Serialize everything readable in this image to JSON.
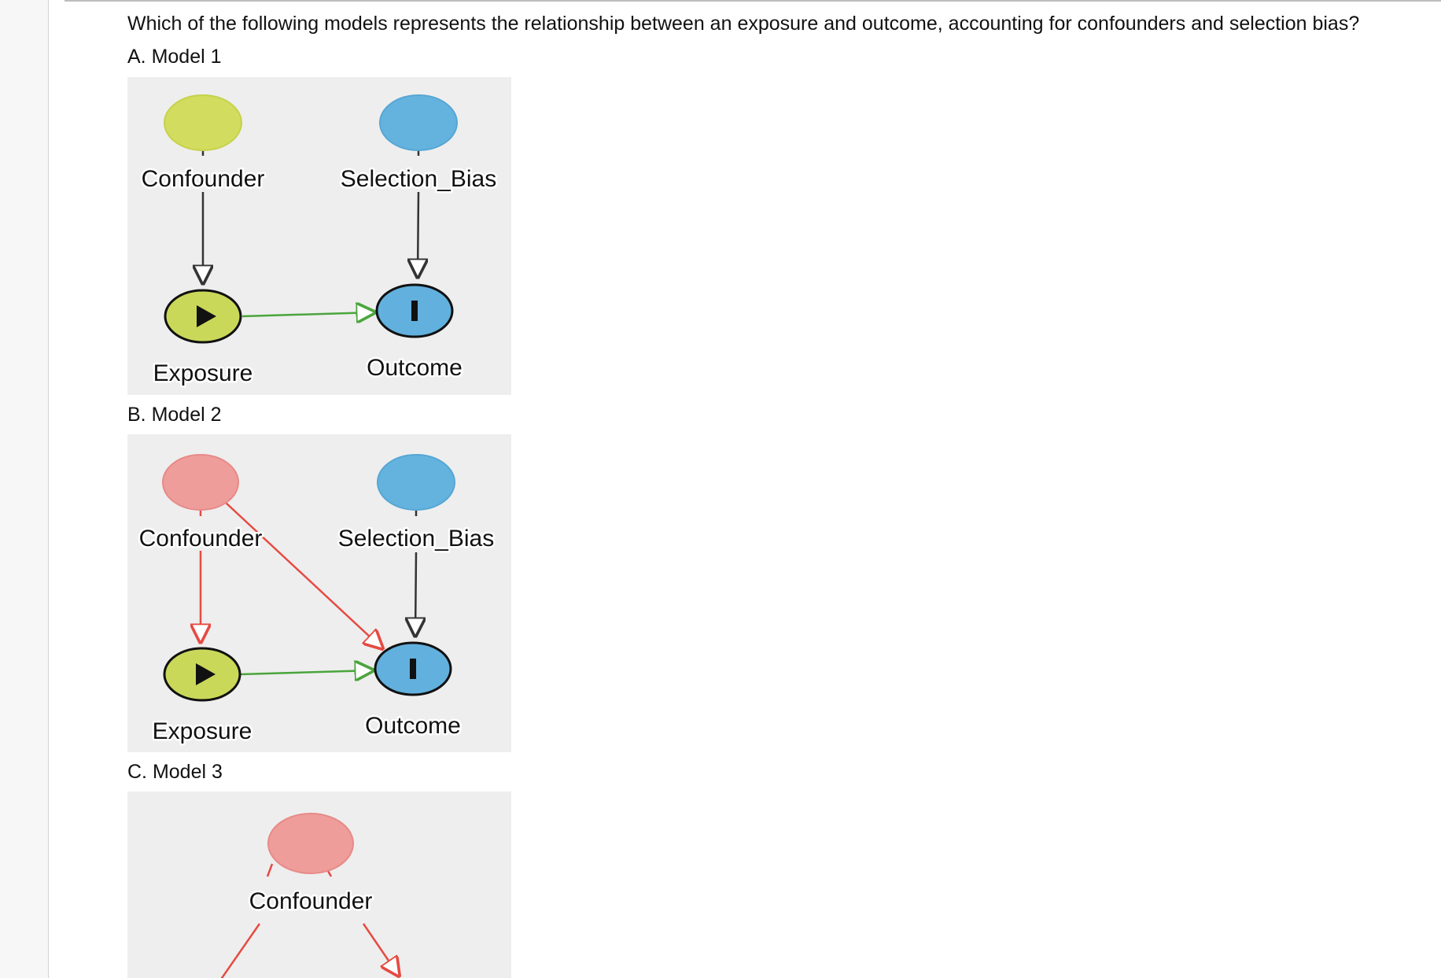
{
  "question": "Which of the following models represents the relationship between an exposure and outcome, accounting for confounders and selection bias?",
  "colors": {
    "confounder_green": "#d2dc5e",
    "confounder_red": "#ee9d9b",
    "selection_blue": "#64b3df",
    "exposure_fill": "#cad85a",
    "outcome_fill": "#62b0dd",
    "arrow_black": "#333333",
    "arrow_green": "#4aa53c",
    "arrow_red": "#e54b42",
    "diagram_bg": "#eeeeee"
  },
  "options": [
    {
      "label": "A. Model 1",
      "nodes": {
        "confounder": "Confounder",
        "selection_bias": "Selection_Bias",
        "exposure": "Exposure",
        "outcome": "Outcome"
      }
    },
    {
      "label": "B. Model 2",
      "nodes": {
        "confounder": "Confounder",
        "selection_bias": "Selection_Bias",
        "exposure": "Exposure",
        "outcome": "Outcome"
      }
    },
    {
      "label": "C. Model 3",
      "nodes": {
        "confounder": "Confounder"
      }
    }
  ]
}
